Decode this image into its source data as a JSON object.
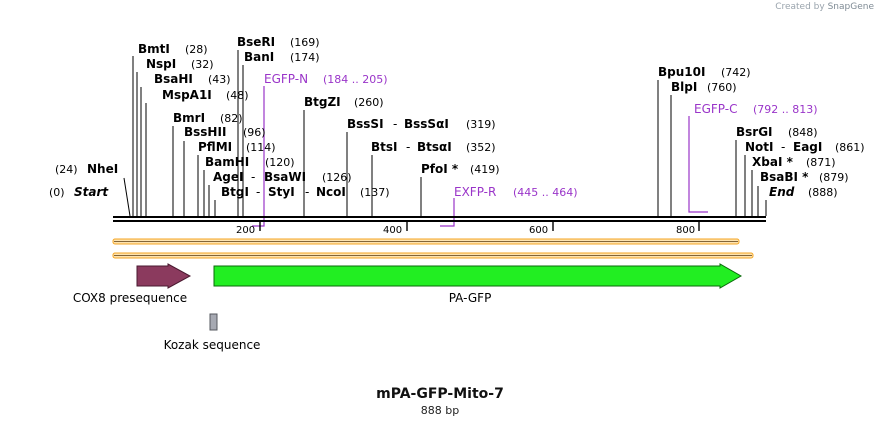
{
  "credit": {
    "prefix": "Created by",
    "brand": "SnapGene"
  },
  "title": "mPA-GFP-Mito-7",
  "subtitle": "888 bp",
  "ruler_ticks": [
    "200",
    "400",
    "600",
    "800"
  ],
  "sites": [
    {
      "name": "BmtI",
      "pos": "(28)"
    },
    {
      "name": "NspI",
      "pos": "(32)"
    },
    {
      "name": "BsaHI",
      "pos": "(43)"
    },
    {
      "name": "MspA1I",
      "pos": "(48)"
    },
    {
      "name": "BmrI",
      "pos": "(82)"
    },
    {
      "name": "BssHII",
      "pos": "(96)"
    },
    {
      "name": "PflMI",
      "pos": "(114)"
    },
    {
      "name": "BamHI",
      "pos": "(120)"
    },
    {
      "name": "AgeI",
      "sep": "-",
      "name2": "BsaWI",
      "pos": "(126)"
    },
    {
      "name": "BtgI",
      "sep": "-",
      "name2": "StyI",
      "sep2": "-",
      "name3": "NcoI",
      "pos": "(137)"
    },
    {
      "name": "BseRI",
      "pos": "(169)"
    },
    {
      "name": "BanI",
      "pos": "(174)"
    },
    {
      "name": "BtgZI",
      "pos": "(260)"
    },
    {
      "name": "BssSI",
      "sep": "-",
      "name2": "BssSαI",
      "pos": "(319)"
    },
    {
      "name": "BtsI",
      "sep": "-",
      "name2": "BtsαI",
      "pos": "(352)"
    },
    {
      "name": "PfoI *",
      "pos": "(419)"
    },
    {
      "name": "Bpu10I",
      "pos": "(742)"
    },
    {
      "name": "BlpI",
      "pos": "(760)"
    },
    {
      "name": "BsrGI",
      "pos": "(848)"
    },
    {
      "name": "NotI",
      "sep": "-",
      "name2": "EagI",
      "pos": "(861)"
    },
    {
      "name": "XbaI *",
      "pos": "(871)"
    },
    {
      "name": "BsaBI *",
      "pos": "(879)"
    }
  ],
  "left_labels": [
    {
      "pos": "(24)",
      "name": "NheI"
    },
    {
      "pos": "(0)",
      "name": "Start"
    }
  ],
  "end_label": {
    "name": "End",
    "pos": "(888)"
  },
  "primers": [
    {
      "name": "EGFP-N",
      "range": "(184 .. 205)"
    },
    {
      "name": "EGFP-C",
      "range": "(792 .. 813)"
    },
    {
      "name": "EXFP-R",
      "range": "(445 .. 464)"
    }
  ],
  "features": [
    {
      "name": "COX8 presequence",
      "color": "#8b3a5e"
    },
    {
      "name": "PA-GFP",
      "color": "#22ee22"
    },
    {
      "name": "Kozak sequence",
      "color": "#a6a9b2"
    }
  ],
  "colors": {
    "primer": "#9a35c9",
    "orf": "#f5a623",
    "line": "#000000"
  }
}
